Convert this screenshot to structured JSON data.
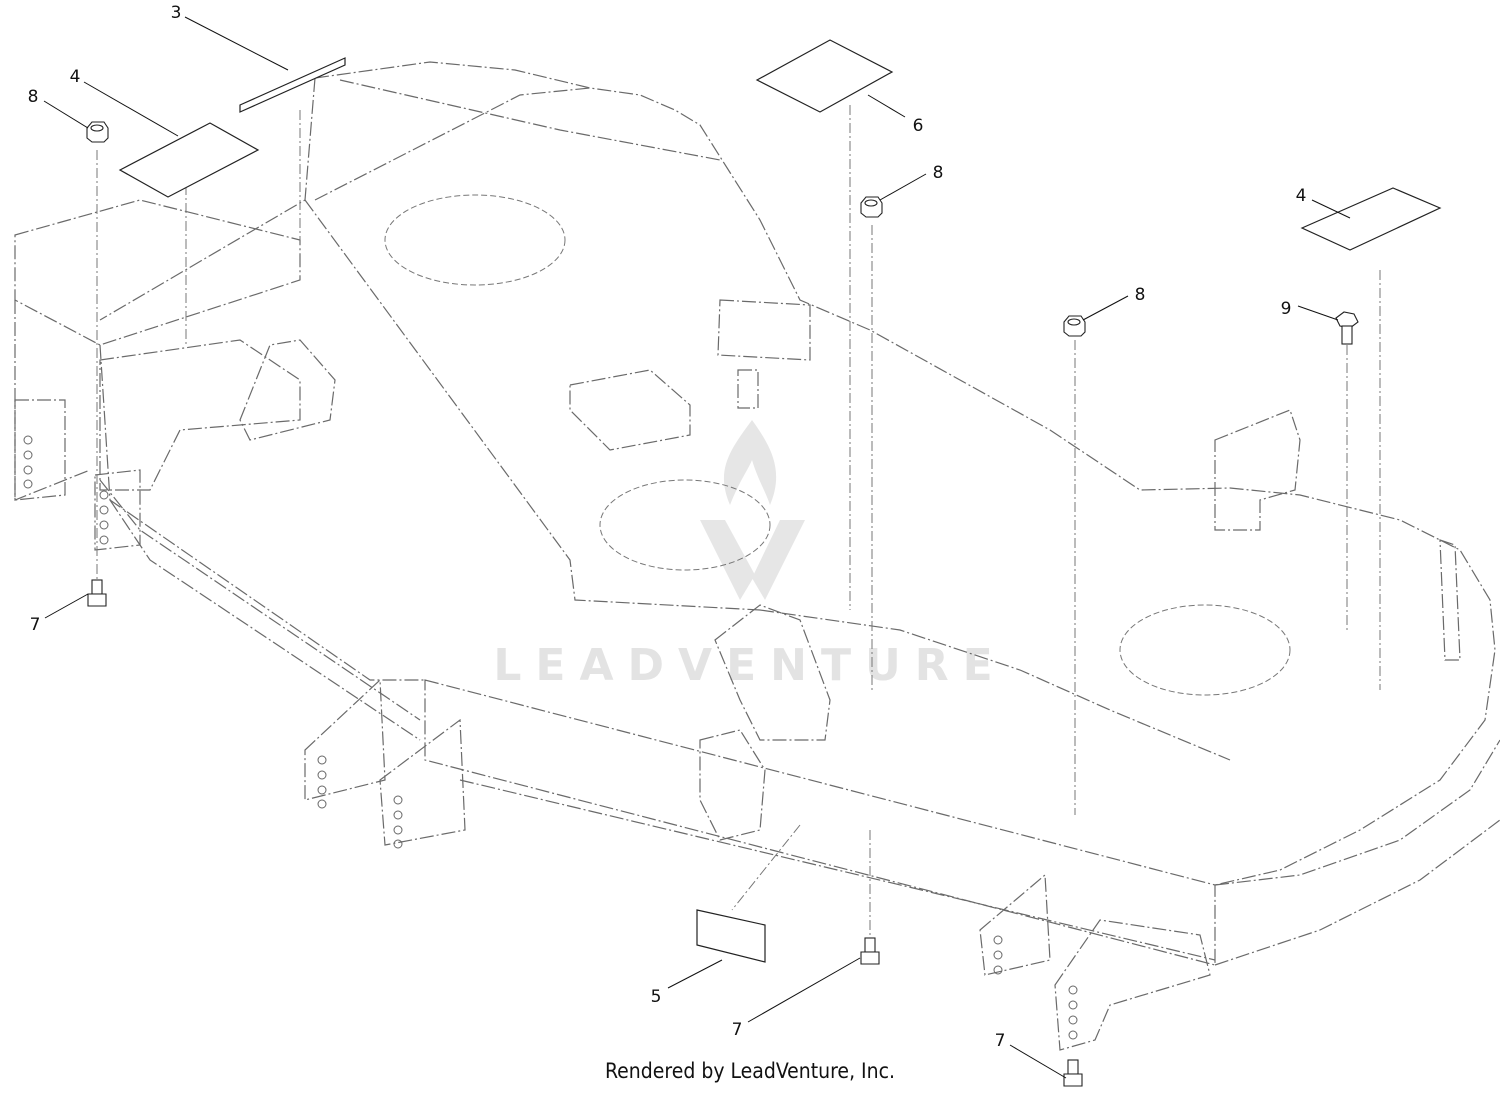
{
  "callouts": [
    {
      "id": "c3",
      "text": "3"
    },
    {
      "id": "c4a",
      "text": "4"
    },
    {
      "id": "c8a",
      "text": "8"
    },
    {
      "id": "c6",
      "text": "6"
    },
    {
      "id": "c8b",
      "text": "8"
    },
    {
      "id": "c4b",
      "text": "4"
    },
    {
      "id": "c8c",
      "text": "8"
    },
    {
      "id": "c9",
      "text": "9"
    },
    {
      "id": "c7a",
      "text": "7"
    },
    {
      "id": "c5",
      "text": "5"
    },
    {
      "id": "c7b",
      "text": "7"
    },
    {
      "id": "c7c",
      "text": "7"
    }
  ],
  "watermark": "LEADVENTURE",
  "footer": "Rendered by LeadVenture, Inc."
}
